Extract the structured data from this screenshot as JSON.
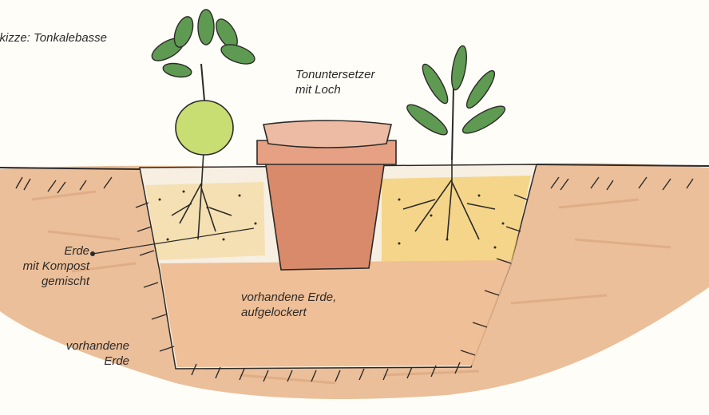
{
  "title": "skizze: Tonkalebasse",
  "labels": {
    "saucer": [
      "Tonuntersetzer",
      "mit Loch"
    ],
    "compost": [
      "Erde",
      "mit Kompost",
      "gemischt"
    ],
    "loosened": [
      "vorhandene Erde,",
      "aufgelockert"
    ],
    "existing": [
      "vorhandene",
      "Erde"
    ]
  },
  "colors": {
    "soil": "#e8b48a",
    "soil_dark": "#c98c62",
    "compost_fill": "#f6efe2",
    "compost_yellow": "#f2c65a",
    "pot": "#d98a6a",
    "pot_rim": "#e6a184",
    "leaf": "#5f9a52",
    "bulb": "#c8dd72",
    "ink": "#2c2a28"
  }
}
